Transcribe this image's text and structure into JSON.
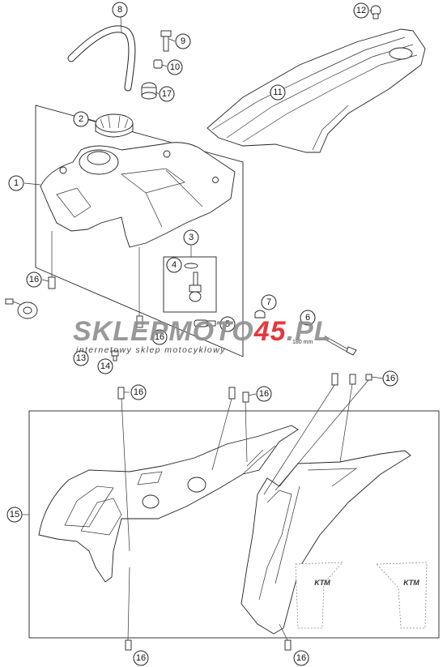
{
  "diagram": {
    "callouts": [
      "8",
      "9",
      "10",
      "17",
      "2",
      "1",
      "16",
      "3",
      "4",
      "7",
      "5",
      "6",
      "15",
      "13",
      "14",
      "11",
      "12"
    ],
    "dimension_label": "180 mm",
    "decal_text": "KTM"
  },
  "watermark": {
    "part1": "SKLEP",
    "part2": "MOTO",
    "part3": "45",
    "part4": ".PL",
    "tagline": "internetowy sklep motocyklowy",
    "colors": {
      "grey": "#8e8e8e",
      "red": "#e3222a"
    }
  }
}
